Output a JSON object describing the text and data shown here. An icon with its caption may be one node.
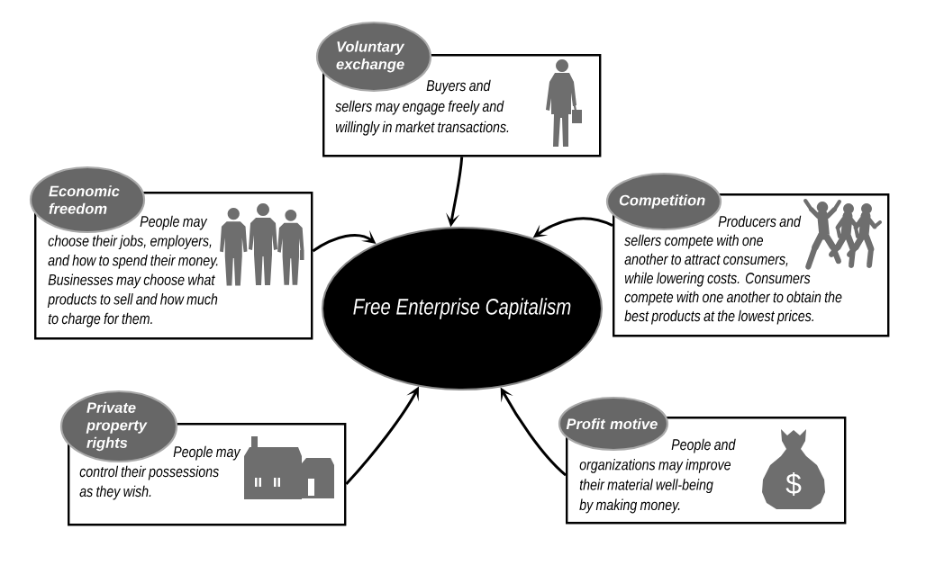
{
  "diagram": {
    "nodes": [
      {
        "text": [
          "Voluntary exchange",
          "Buyers and sellers may engage freely and willingly in market transactions."
        ]
      },
      {
        "text": [
          "Economic freedom",
          "People may choose their jobs, employers, and how to spend their money. Businesses may choose what products to sell and how much to charge for them."
        ]
      },
      {
        "text": [
          "Competition",
          "Producers and sellers compete with one another to attract consumers, while lowering costs. Consumers compete with one another to obtain the best products at the lowest prices."
        ]
      },
      {
        "text": [
          "Free Enterprise Capitalism"
        ]
      },
      {
        "text": [
          "Private property rights",
          "People may control their possessions as they wish."
        ]
      },
      {
        "text": [
          "Profit motive",
          "People and organizations may improve their material well-being by making money."
        ]
      }
    ],
    "edges": [
      {
        "from": 0,
        "to": 3,
        "arrow": "to"
      },
      {
        "from": 1,
        "to": 3,
        "arrow": "to"
      },
      {
        "from": 2,
        "to": 3,
        "arrow": "to"
      },
      {
        "from": 4,
        "to": 3,
        "arrow": "to"
      },
      {
        "from": 5,
        "to": 3,
        "arrow": "to"
      }
    ],
    "labels": [
      "$"
    ]
  }
}
